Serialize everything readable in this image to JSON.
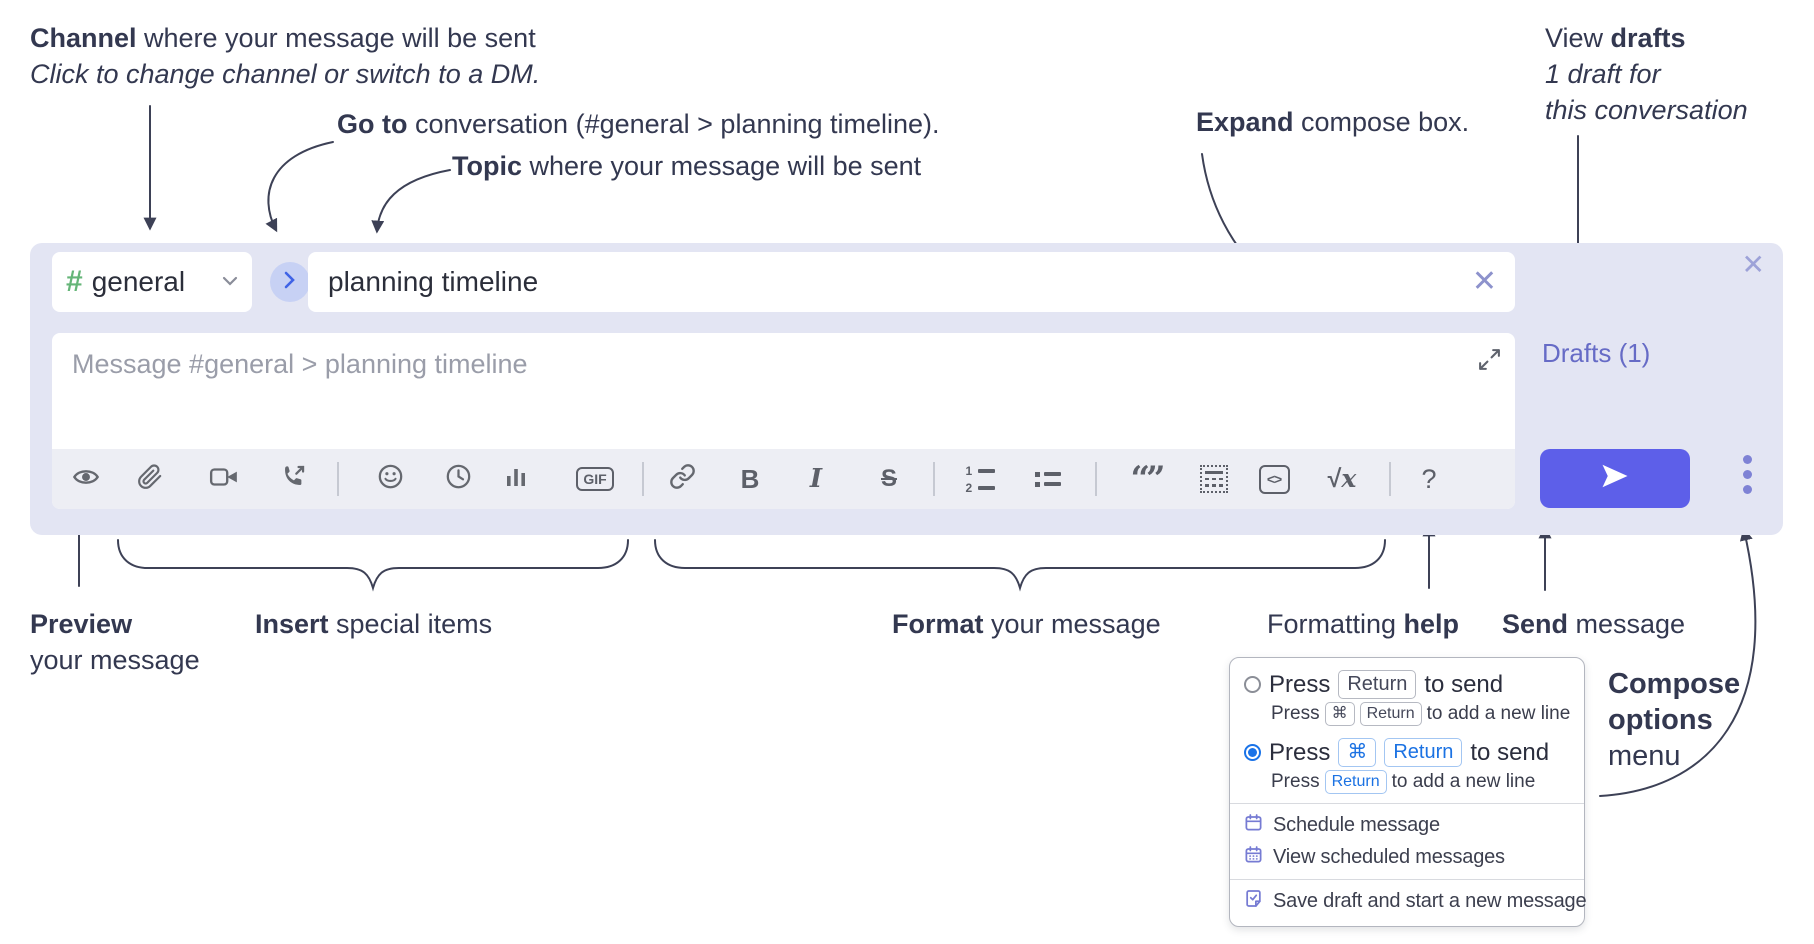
{
  "annotations": {
    "channel": {
      "bold": "Channel",
      "rest": " where your message will be sent",
      "line2": "Click to change channel or switch to a DM."
    },
    "go_to": {
      "bold": "Go to",
      "rest": " conversation (#general > planning timeline)."
    },
    "topic": {
      "bold": "Topic",
      "rest": " where your message will be sent"
    },
    "expand": {
      "bold": "Expand",
      "rest": " compose box."
    },
    "view_drafts": {
      "pre": "View ",
      "bold": "drafts",
      "line2": "1 draft for",
      "line3": "this conversation"
    },
    "preview": {
      "bold": "Preview",
      "line2": "your message"
    },
    "insert": {
      "bold": "Insert",
      "rest": " special items"
    },
    "format": {
      "bold": "Format",
      "rest": " your message"
    },
    "formatting_help": {
      "pre": "Formatting ",
      "bold": "help"
    },
    "send": {
      "bold": "Send",
      "rest": " message"
    },
    "compose_options": {
      "line1": "Compose",
      "line2": "options",
      "line3": "menu"
    }
  },
  "compose": {
    "channel": {
      "hash": "#",
      "name": "general"
    },
    "topic_value": "planning timeline",
    "clear_topic_glyph": "✕",
    "close_glyph": "✕",
    "message_placeholder": "Message #general > planning timeline",
    "drafts_link": "Drafts (1)",
    "toolbar_glyphs": {
      "bold": "B",
      "italic": "I",
      "strike": "S",
      "gif": "GIF",
      "quote": "“”",
      "code": "<>",
      "sqrt": "√",
      "sqrt_x": "x",
      "help": "?",
      "ol_1": "1",
      "ol_2": "2"
    }
  },
  "popup": {
    "option1": {
      "press": "Press",
      "key1": "Return",
      "after": "to send",
      "sub_press": "Press",
      "sub_key1": "⌘",
      "sub_key2": "Return",
      "sub_after": "to add a new line"
    },
    "option2": {
      "press": "Press",
      "key1": "⌘",
      "key2": "Return",
      "after": "to send",
      "sub_press": "Press",
      "sub_key1": "Return",
      "sub_after": "to add a new line"
    },
    "item_schedule": "Schedule message",
    "item_view_scheduled": "View scheduled messages",
    "item_save_draft": "Save draft and start a new message"
  },
  "colors": {
    "accent_send": "#5d5fe9",
    "compose_bg": "#e3e5f3",
    "drafts_link": "#666bc6",
    "channel_hash_green": "#65b578",
    "key_blue": "#1b72e3",
    "radio_selected": "#1a73e8",
    "annotation_text": "#333850",
    "icon_gray": "#65686f",
    "menu_icon_purple": "#767bd3"
  }
}
